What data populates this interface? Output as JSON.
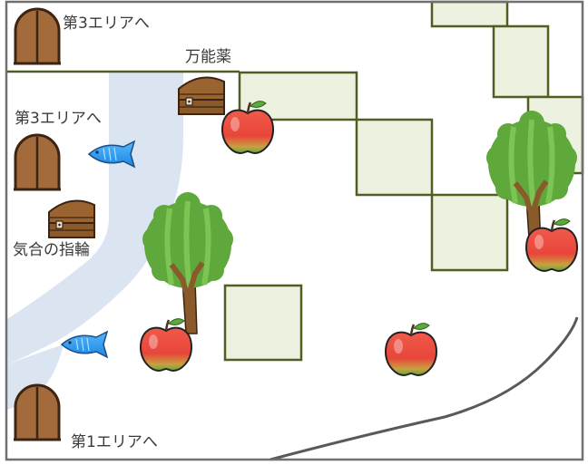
{
  "labels": {
    "door_top_left": "第3エリアへ",
    "door_left": "第3エリアへ",
    "door_bottom": "第1エリアへ",
    "chest_top": "万能薬",
    "chest_left": "気合の指輪"
  },
  "colors": {
    "frame": "#707070",
    "wall": "#4f5f22",
    "tile_fill": "#edf1e0",
    "water": "#dbe4f1",
    "door": "#a36b3c",
    "door_outline": "#3d2412",
    "chest": "#8a5a2b",
    "apple": "#e8463a",
    "tree_leaves": "#5ea83c",
    "fish": "#2f9df2",
    "road": "#595959"
  },
  "icons": {
    "door": "door-icon",
    "chest": "treasure-chest-icon",
    "apple": "apple-icon",
    "tree": "tree-icon",
    "fish": "fish-icon"
  }
}
